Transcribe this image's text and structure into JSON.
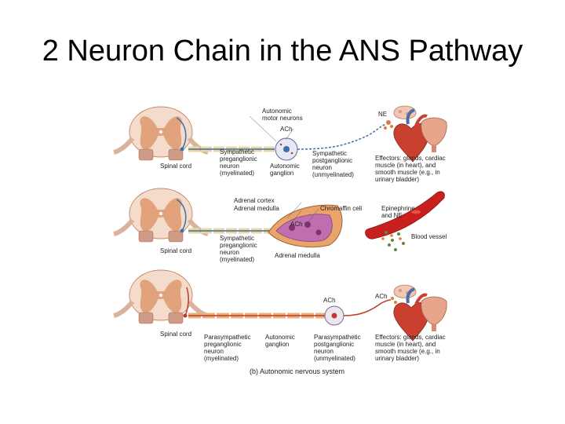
{
  "title": "2 Neuron Chain in the ANS Pathway",
  "colors": {
    "gray_matter": "#e2a27c",
    "white_matter": "#f3dccb",
    "nerve_blue": "#3d6fa8",
    "nerve_red": "#c0392b",
    "myelin": "#e8d7a0",
    "blood": "#c8201e"
  },
  "panel_sympathetic": {
    "spinal_cord": "Spinal cord",
    "motor_neurons": [
      "Autonomic",
      "motor neurons"
    ],
    "ach": "ACh",
    "ne": "NE",
    "pre": [
      "Sympathetic",
      "preganglionic",
      "neuron",
      "(myelinated)"
    ],
    "ganglion": [
      "Autonomic",
      "ganglion"
    ],
    "post": [
      "Sympathetic",
      "postganglionic",
      "neuron",
      "(unmyelinated)"
    ],
    "effectors": [
      "Effectors: glands, cardiac",
      "muscle (in heart), and",
      "smooth muscle (e.g., in",
      "urinary bladder)"
    ]
  },
  "panel_adrenal": {
    "spinal_cord": "Spinal cord",
    "cortex": "Adrenal cortex",
    "medulla_top": "Adrenal medulla",
    "chromaffin": "Chromaffin cell",
    "ach": "ACh",
    "epi": [
      "Epinephrine",
      "and NE"
    ],
    "blood_vessel": "Blood vessel",
    "pre": [
      "Sympathetic",
      "preganglionic",
      "neuron",
      "(myelinated)"
    ],
    "medulla_bottom": "Adrenal medulla"
  },
  "panel_parasympathetic": {
    "spinal_cord": "Spinal cord",
    "ach_ganglion": "ACh",
    "ach_effector": "ACh",
    "pre": [
      "Parasympathetic",
      "preganglionic",
      "neuron",
      "(myelinated)"
    ],
    "ganglion": [
      "Autonomic",
      "ganglion"
    ],
    "post": [
      "Parasympathetic",
      "postganglionic",
      "neuron",
      "(unmyelinated)"
    ],
    "effectors": [
      "Effectors: glands, cardiac",
      "muscle (in heart), and",
      "smooth muscle (e.g., in",
      "urinary bladder)"
    ],
    "caption": "(b) Autonomic nervous system"
  }
}
